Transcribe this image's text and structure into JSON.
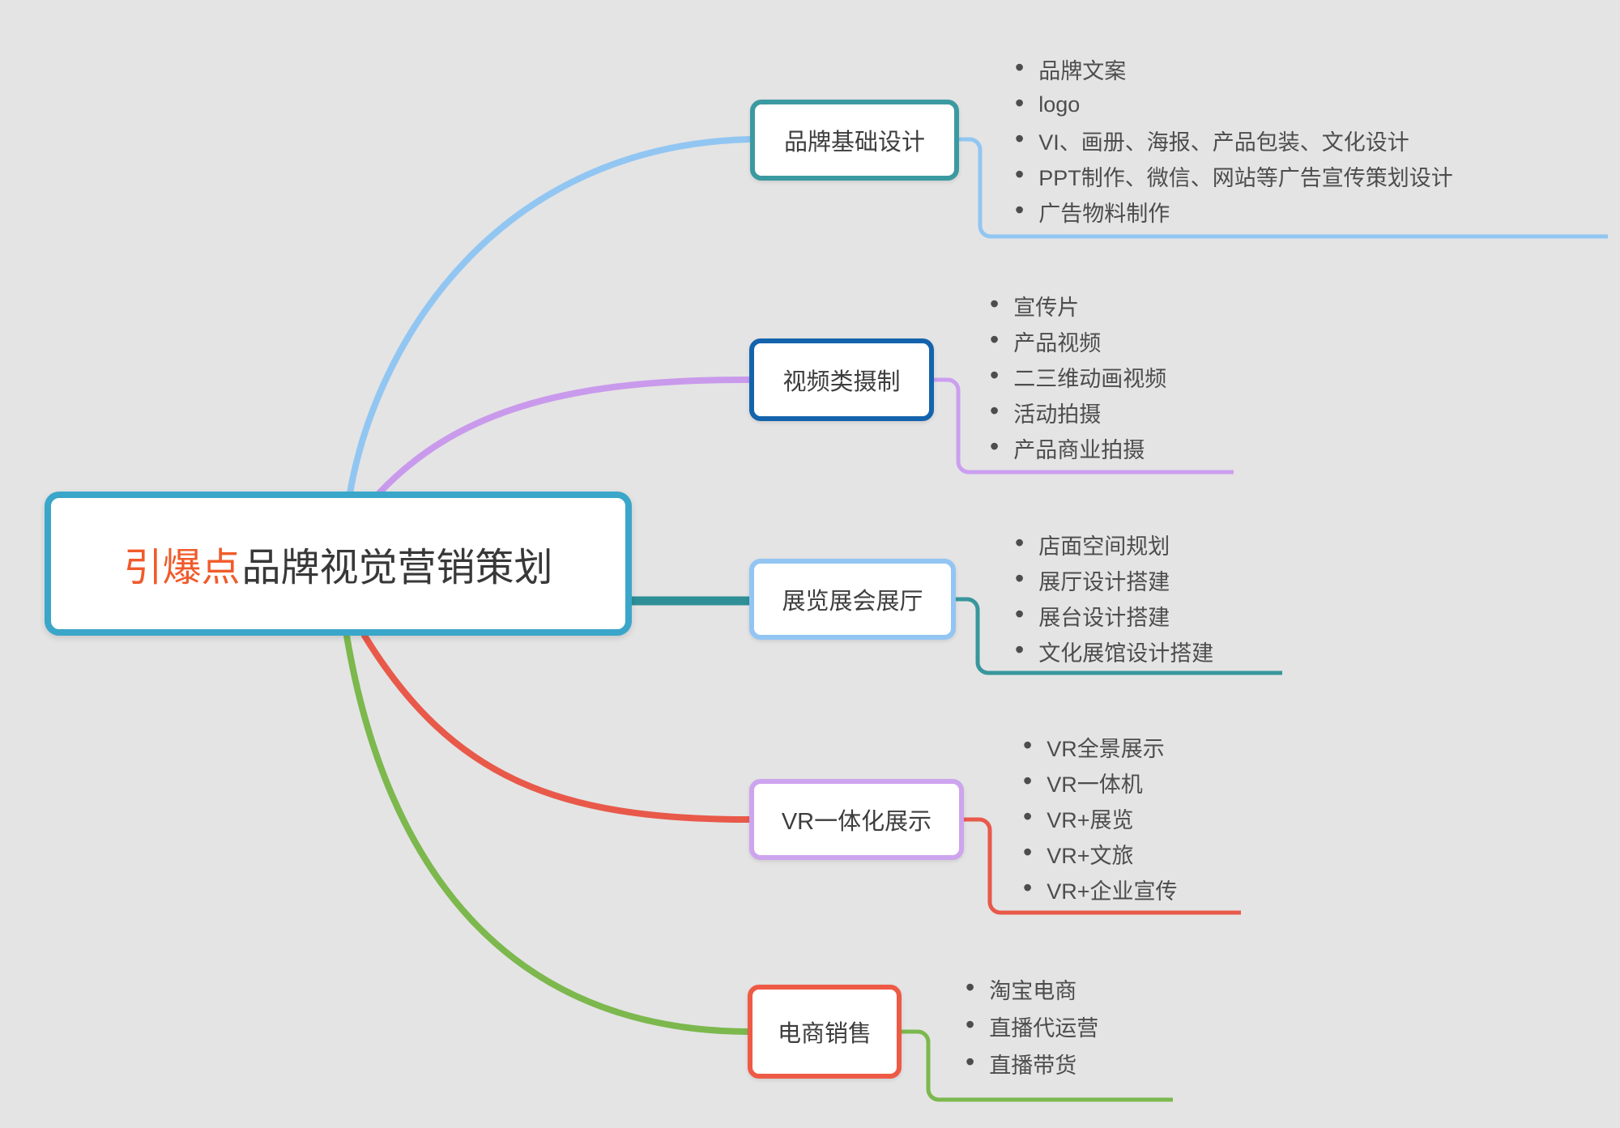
{
  "canvas": {
    "background": "#e4e4e4",
    "item_text_color": "#4d4d4d",
    "label_text_color": "#3d3d3d"
  },
  "root": {
    "title_highlight": "引爆点",
    "title_rest": "品牌视觉营销策划",
    "highlight_color": "#f05b2b",
    "title_color": "#383838",
    "border_color": "#3aa6c9"
  },
  "branches": [
    {
      "label": "品牌基础设计",
      "node_border": "#3b9aa1",
      "curve_color": "#92c6f2",
      "connector_color": "#92c6f2",
      "items": [
        "品牌文案",
        "logo",
        "VI、画册、海报、产品包装、文化设计",
        "PPT制作、微信、网站等广告宣传策划设计",
        "广告物料制作"
      ]
    },
    {
      "label": "视频类摄制",
      "node_border": "#1463ad",
      "curve_color": "#c99aec",
      "connector_color": "#cb9ff0",
      "items": [
        "宣传片",
        "产品视频",
        "二三维动画视频",
        "活动拍摄",
        "产品商业拍摄"
      ]
    },
    {
      "label": "展览展会展厅",
      "node_border": "#93c5f3",
      "curve_color": "#2e8f96",
      "connector_color": "#38969c",
      "items": [
        "店面空间规划",
        "展厅设计搭建",
        "展台设计搭建",
        "文化展馆设计搭建"
      ]
    },
    {
      "label": "VR一体化展示",
      "node_border": "#cda4ee",
      "curve_color": "#e8594a",
      "connector_color": "#e8594a",
      "items": [
        "VR全景展示",
        "VR一体机",
        "VR+展览",
        "VR+文旅",
        "VR+企业宣传"
      ]
    },
    {
      "label": "电商销售",
      "node_border": "#ee5a45",
      "curve_color": "#7cb84d",
      "connector_color": "#7cb84d",
      "items": [
        "淘宝电商",
        "直播代运营",
        "直播带货"
      ]
    }
  ]
}
